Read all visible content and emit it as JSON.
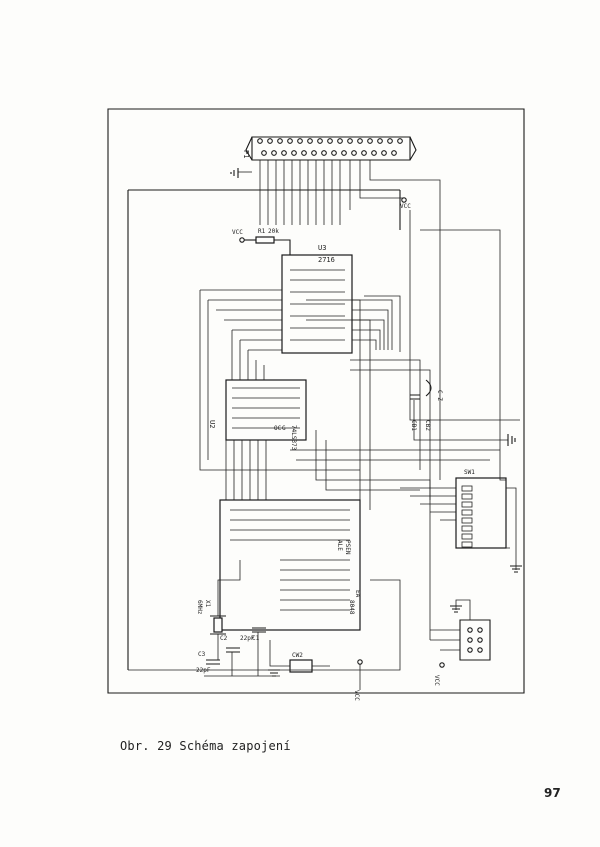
{
  "caption": "Obr. 29 Schéma zapojení",
  "page_number": "97",
  "labels": {
    "p1": "P1",
    "r1": "R1",
    "r1_val": "20k",
    "vcc": "VCC",
    "u3": "U3",
    "u3_type": "2716",
    "u2": "U2",
    "u2_type": "74LS373",
    "u1_type": "8048",
    "sw1": "SW1",
    "c1": "C1",
    "c2": "C2",
    "c3": "C3",
    "c3_val": "22pF",
    "c2_val": "22pF",
    "x1": "X1",
    "x1_val": "6MHz",
    "cw2": "CW2",
    "cb1": "CB1",
    "cb2": "CB2",
    "c_val": "C-Z",
    "ea": "EA",
    "psen": "PSEN",
    "ale": "ALE",
    "g": "G",
    "oc": "OC"
  },
  "icons": {
    "ground": "ground-icon",
    "vcc": "vcc-terminal-icon",
    "connector": "dsub-connector-icon",
    "crystal": "crystal-icon",
    "resistor": "resistor-icon",
    "capacitor": "capacitor-icon",
    "dip_switch": "dip-switch-icon"
  }
}
